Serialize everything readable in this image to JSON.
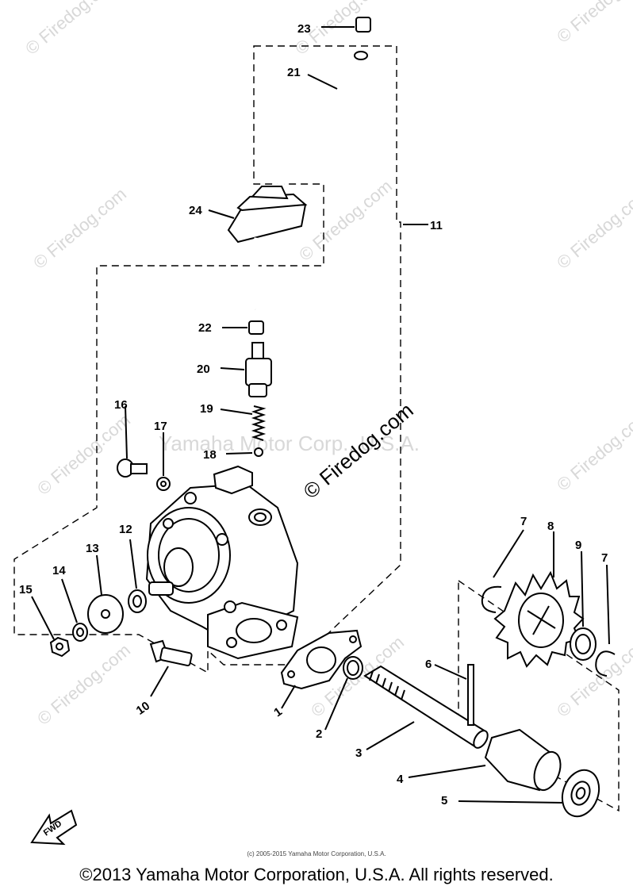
{
  "watermarks": {
    "site": "© Firedog.com",
    "company": "Yamaha Motor Corp., U.S.A."
  },
  "parts": [
    {
      "id": "callout-1",
      "label": "1"
    },
    {
      "id": "callout-2",
      "label": "2"
    },
    {
      "id": "callout-3",
      "label": "3"
    },
    {
      "id": "callout-4",
      "label": "4"
    },
    {
      "id": "callout-5",
      "label": "5"
    },
    {
      "id": "callout-6",
      "label": "6"
    },
    {
      "id": "callout-7a",
      "label": "7"
    },
    {
      "id": "callout-7b",
      "label": "7"
    },
    {
      "id": "callout-8",
      "label": "8"
    },
    {
      "id": "callout-9",
      "label": "9"
    },
    {
      "id": "callout-10",
      "label": "10"
    },
    {
      "id": "callout-11",
      "label": "11"
    },
    {
      "id": "callout-12",
      "label": "12"
    },
    {
      "id": "callout-13",
      "label": "13"
    },
    {
      "id": "callout-14",
      "label": "14"
    },
    {
      "id": "callout-15",
      "label": "15"
    },
    {
      "id": "callout-16",
      "label": "16"
    },
    {
      "id": "callout-17",
      "label": "17"
    },
    {
      "id": "callout-18",
      "label": "18"
    },
    {
      "id": "callout-19",
      "label": "19"
    },
    {
      "id": "callout-20",
      "label": "20"
    },
    {
      "id": "callout-21",
      "label": "21"
    },
    {
      "id": "callout-22",
      "label": "22"
    },
    {
      "id": "callout-23",
      "label": "23"
    },
    {
      "id": "callout-24",
      "label": "24"
    }
  ],
  "fwd_label": "FWD",
  "small_copyright": "(c) 2005-2015 Yamaha Motor Corporation, U.S.A.",
  "copyright": "©2013 Yamaha Motor Corporation, U.S.A. All rights reserved."
}
